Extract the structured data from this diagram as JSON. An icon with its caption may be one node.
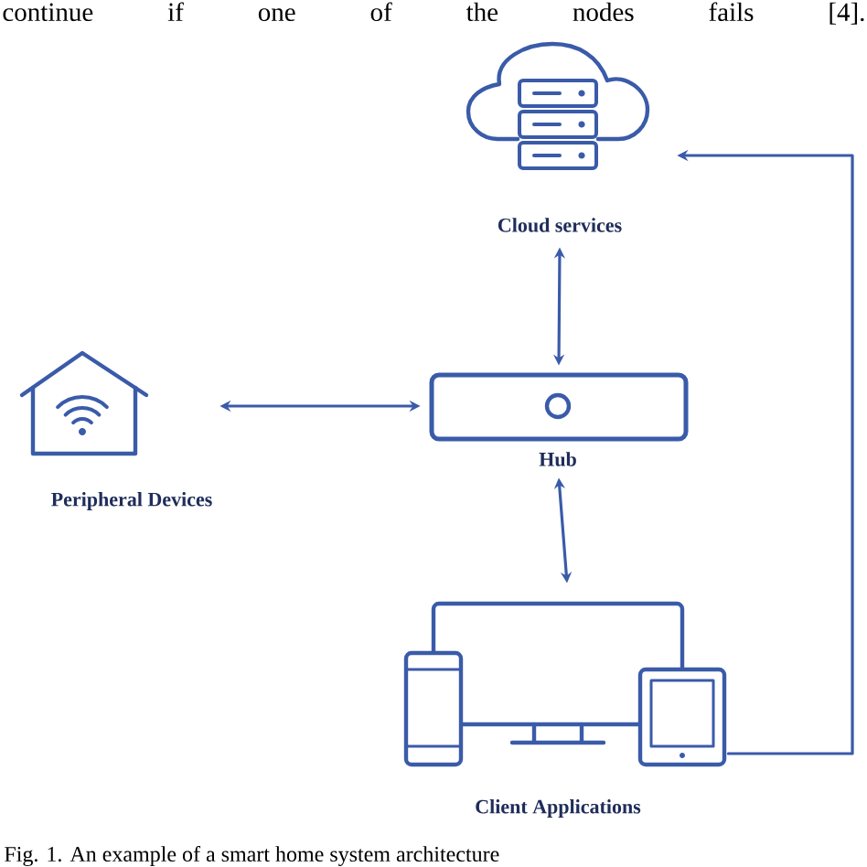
{
  "diagram": {
    "caption": "Fig. 1. An example of a smart home system architecture",
    "nodes": [
      {
        "text": [
          "Cloud services"
        ]
      },
      {
        "text": [
          "Hub"
        ]
      },
      {
        "text": [
          "Peripheral Devices"
        ]
      },
      {
        "text": [
          "Client Applications"
        ]
      }
    ],
    "edges": [
      {
        "from": 0,
        "to": 1,
        "arrow": "both"
      },
      {
        "from": 2,
        "to": 1,
        "arrow": "both"
      },
      {
        "from": 1,
        "to": 3,
        "arrow": "both"
      },
      {
        "from": 3,
        "to": 0,
        "arrow": "to"
      }
    ],
    "labels": [
      "continue if one of the nodes fails [4]."
    ]
  }
}
